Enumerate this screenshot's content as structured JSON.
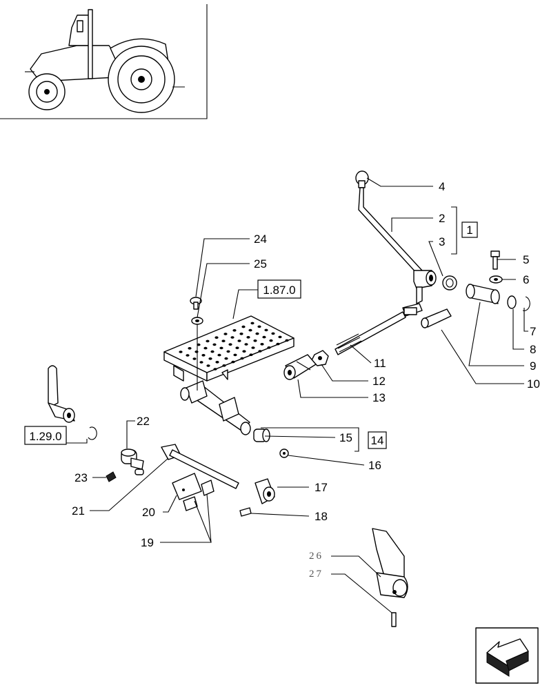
{
  "callouts": [
    "1",
    "2",
    "3",
    "4",
    "5",
    "6",
    "7",
    "8",
    "9",
    "10",
    "11",
    "12",
    "13",
    "14",
    "15",
    "16",
    "17",
    "18",
    "19",
    "20",
    "21",
    "22",
    "23",
    "24",
    "25",
    "26",
    "27"
  ],
  "refs": [
    "1.87.0",
    "1.29.0"
  ],
  "icons": {
    "thumbnail": "tractor-thumbnail-icon",
    "navigation": "back-arrow-icon"
  }
}
